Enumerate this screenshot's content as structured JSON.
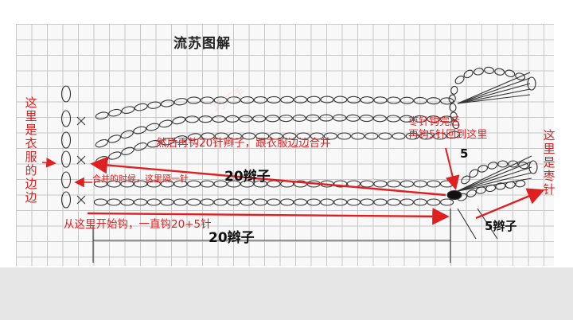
{
  "title": "流苏图解",
  "labels": {
    "left_side": "这里是衣服的边边",
    "right_side": "这里是枣针",
    "instruction_join": "然后再钩20针辫子，跟衣服边边合并",
    "instruction_skip": "合并的时候，这里隔一针",
    "instruction_start": "从这里开始钩，一直钩20+5针",
    "instruction_return": "枣针钩完后\n再钩5针回到这里",
    "chain_20_upper": "20辫子",
    "chain_20_lower": "20辫子",
    "count_5": "5",
    "chain_5": "5辫子",
    "watermark": "巧巧手"
  },
  "colors": {
    "annotation": "#e02020",
    "stitch": "#333333",
    "grid": "#c9c9c9",
    "background": "#f8f8f8"
  },
  "symbols": {
    "chain": "oval-chain-stitch",
    "single_crochet": "x-stitch",
    "bobble": "treble-cluster-fan",
    "slip": "filled-dot"
  }
}
